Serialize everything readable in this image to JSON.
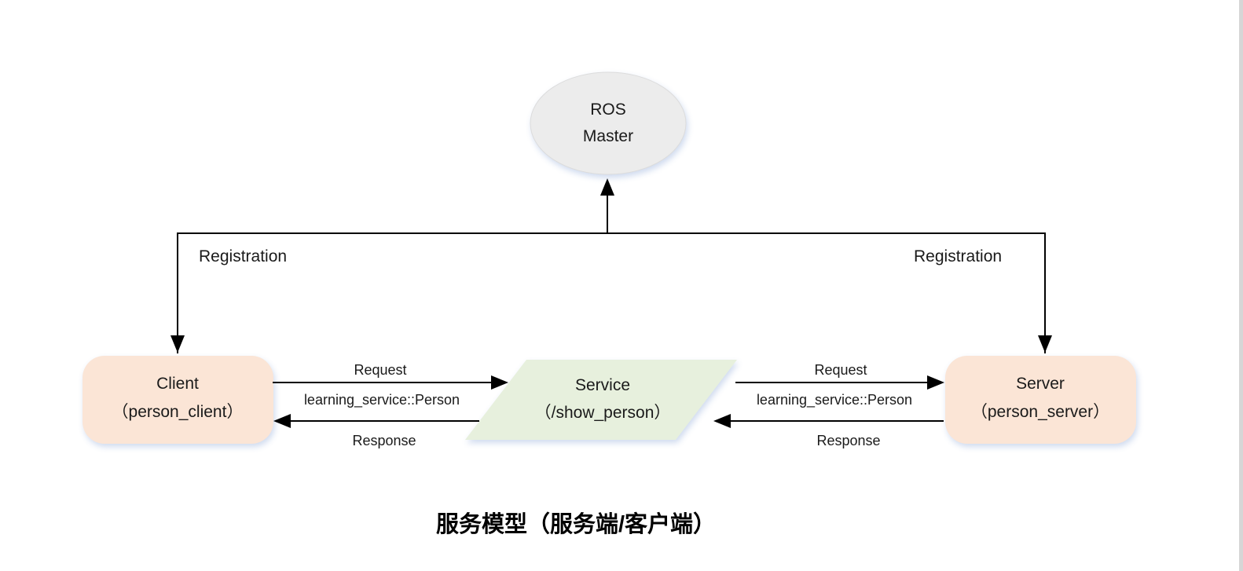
{
  "diagram": {
    "master": {
      "line1": "ROS",
      "line2": "Master"
    },
    "client": {
      "line1": "Client",
      "line2": "（person_client）"
    },
    "server": {
      "line1": "Server",
      "line2": "（person_server）"
    },
    "service": {
      "line1": "Service",
      "line2": "（/show_person）"
    },
    "registration_left": "Registration",
    "registration_right": "Registration",
    "left_link": {
      "request_label": "Request",
      "type_label": "learning_service::Person",
      "response_label": "Response"
    },
    "right_link": {
      "request_label": "Request",
      "type_label": "learning_service::Person",
      "response_label": "Response"
    },
    "caption": "服务模型（服务端/客户端）",
    "colors": {
      "client_server_fill": "#fbe5d6",
      "service_fill": "#e7f0dd",
      "master_fill": "#ececec",
      "line_color": "#000000",
      "scrollbar_color": "#d6d6d6"
    }
  }
}
